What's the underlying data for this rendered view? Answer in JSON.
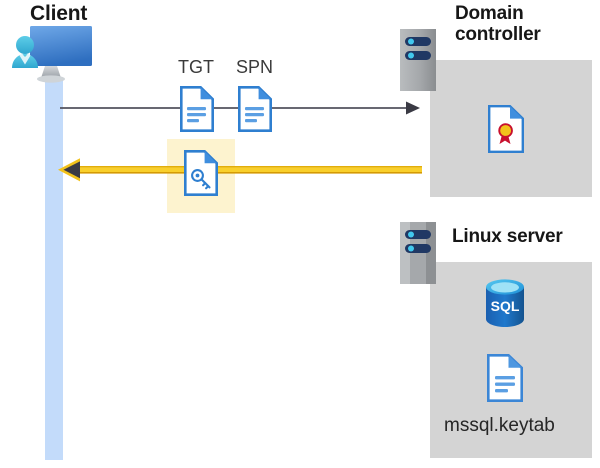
{
  "diagram": {
    "title": "Kerberos authentication flow between client, domain controller and Linux server",
    "colors": {
      "panel_gray": "#d4d4d4",
      "lifeline_blue": "#c3dbfa",
      "highlight_yellow": "#fdf3cf",
      "arrow_gold": "#f5c518",
      "arrow_gray": "#4a4a55",
      "doc_blue": "#3b7dd8",
      "sql_blue": "#1b6ec2",
      "cert_gold": "#f5c518",
      "cert_red": "#c8102e",
      "rack_gray": "#9a9a9a",
      "rack_navy": "#203864",
      "rack_dot": "#40c4e8"
    },
    "actors": [
      {
        "id": "client",
        "label": "Client",
        "icon": "desktop-user-icon"
      },
      {
        "id": "domain-controller",
        "label": "Domain\ncontroller",
        "icon": "server-rack-icon"
      },
      {
        "id": "linux-server",
        "label": "Linux server",
        "icon": "server-rack-icon"
      }
    ],
    "client": {
      "title": "Client",
      "icon": "desktop-user-icon",
      "lifeline": "client-lifeline"
    },
    "domain_controller": {
      "title_line1": "Domain",
      "title_line2": "controller",
      "icon": "server-rack-icon",
      "contents": [
        {
          "id": "certificate",
          "icon": "certificate-document-icon",
          "label": ""
        }
      ]
    },
    "linux_server": {
      "title": "Linux server",
      "icon": "server-rack-icon",
      "contents": [
        {
          "id": "sql-database",
          "icon": "sql-database-icon",
          "label": "SQL"
        },
        {
          "id": "keytab-file",
          "icon": "document-icon",
          "label": "mssql.keytab"
        }
      ]
    },
    "messages": [
      {
        "id": "request",
        "direction": "client-to-domain-controller",
        "style": "thin-gray-arrow",
        "tokens": [
          {
            "id": "tgt",
            "label": "TGT",
            "icon": "document-icon"
          },
          {
            "id": "spn",
            "label": "SPN",
            "icon": "document-icon"
          }
        ]
      },
      {
        "id": "response",
        "direction": "domain-controller-to-client",
        "style": "thick-gold-arrow",
        "highlighted": true,
        "tokens": [
          {
            "id": "service-ticket",
            "label": "",
            "icon": "key-document-icon"
          }
        ]
      }
    ],
    "labels": {
      "tgt": "TGT",
      "spn": "SPN",
      "sql": "SQL",
      "keytab": "mssql.keytab"
    }
  }
}
